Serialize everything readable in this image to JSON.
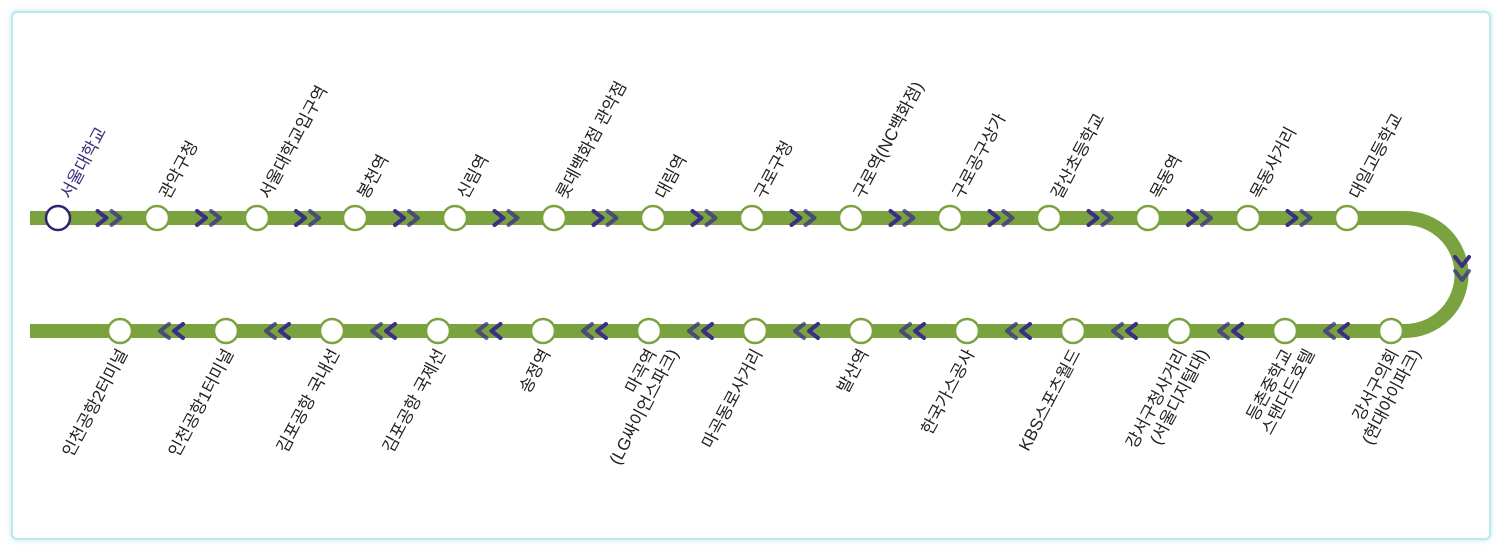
{
  "route": {
    "line_color": "#7aa23f",
    "arrow_color": "#3b2f85",
    "current_color": "#2f2470",
    "top_row": [
      {
        "name": "서울대학교",
        "current": true
      },
      {
        "name": "관악구청"
      },
      {
        "name": "서울대학교입구역"
      },
      {
        "name": "봉천역"
      },
      {
        "name": "신림역"
      },
      {
        "name": "롯데백화점 관악점"
      },
      {
        "name": "대림역"
      },
      {
        "name": "구로구청"
      },
      {
        "name": "구로역(NC백화점)"
      },
      {
        "name": "구로공구상가"
      },
      {
        "name": "갈산초등학교"
      },
      {
        "name": "목동역"
      },
      {
        "name": "목동사거리"
      },
      {
        "name": "대일고등학교"
      }
    ],
    "bottom_row": [
      {
        "lines": [
          "인천공항2터미널"
        ]
      },
      {
        "lines": [
          "인천공항1터미널"
        ]
      },
      {
        "lines": [
          "김포공항 국내선"
        ]
      },
      {
        "lines": [
          "김포공항 국제선"
        ]
      },
      {
        "lines": [
          "송정역"
        ]
      },
      {
        "lines": [
          "마곡역",
          "(LG싸이언스파크)"
        ]
      },
      {
        "lines": [
          "마곡동로사거리"
        ]
      },
      {
        "lines": [
          "발산역"
        ]
      },
      {
        "lines": [
          "한국가스공사"
        ]
      },
      {
        "lines": [
          "KBS스포츠월드"
        ]
      },
      {
        "lines": [
          "강서구청사거리",
          "(서울디지털대)"
        ]
      },
      {
        "lines": [
          "등촌중학교",
          "스탠다드호텔"
        ]
      },
      {
        "lines": [
          "강서구의회",
          "(현대아이파크)"
        ]
      }
    ]
  }
}
